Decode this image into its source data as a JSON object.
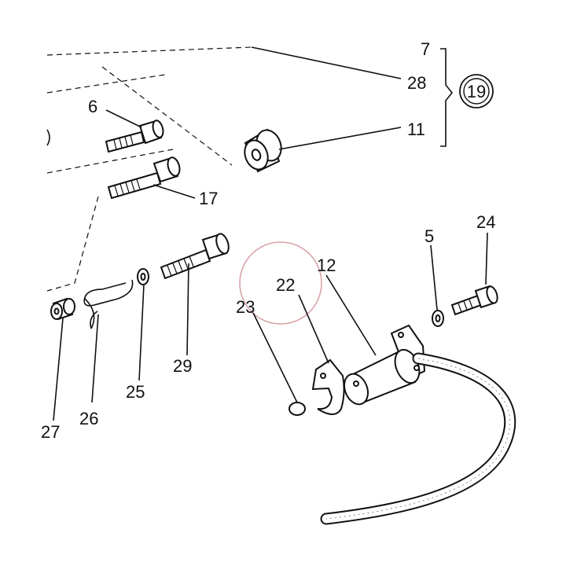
{
  "callouts": {
    "c28": "28",
    "c11": "11",
    "c19": "19",
    "c7": "7",
    "c6": "6",
    "c17": "17",
    "c12": "12",
    "c22": "22",
    "c5": "5",
    "c24": "24",
    "c23": "23",
    "c29": "29",
    "c25": "25",
    "c26": "26",
    "c27": "27"
  },
  "colors": {
    "line": "#111111",
    "highlight_circle": "#d9a3a8",
    "background": "#ffffff"
  }
}
